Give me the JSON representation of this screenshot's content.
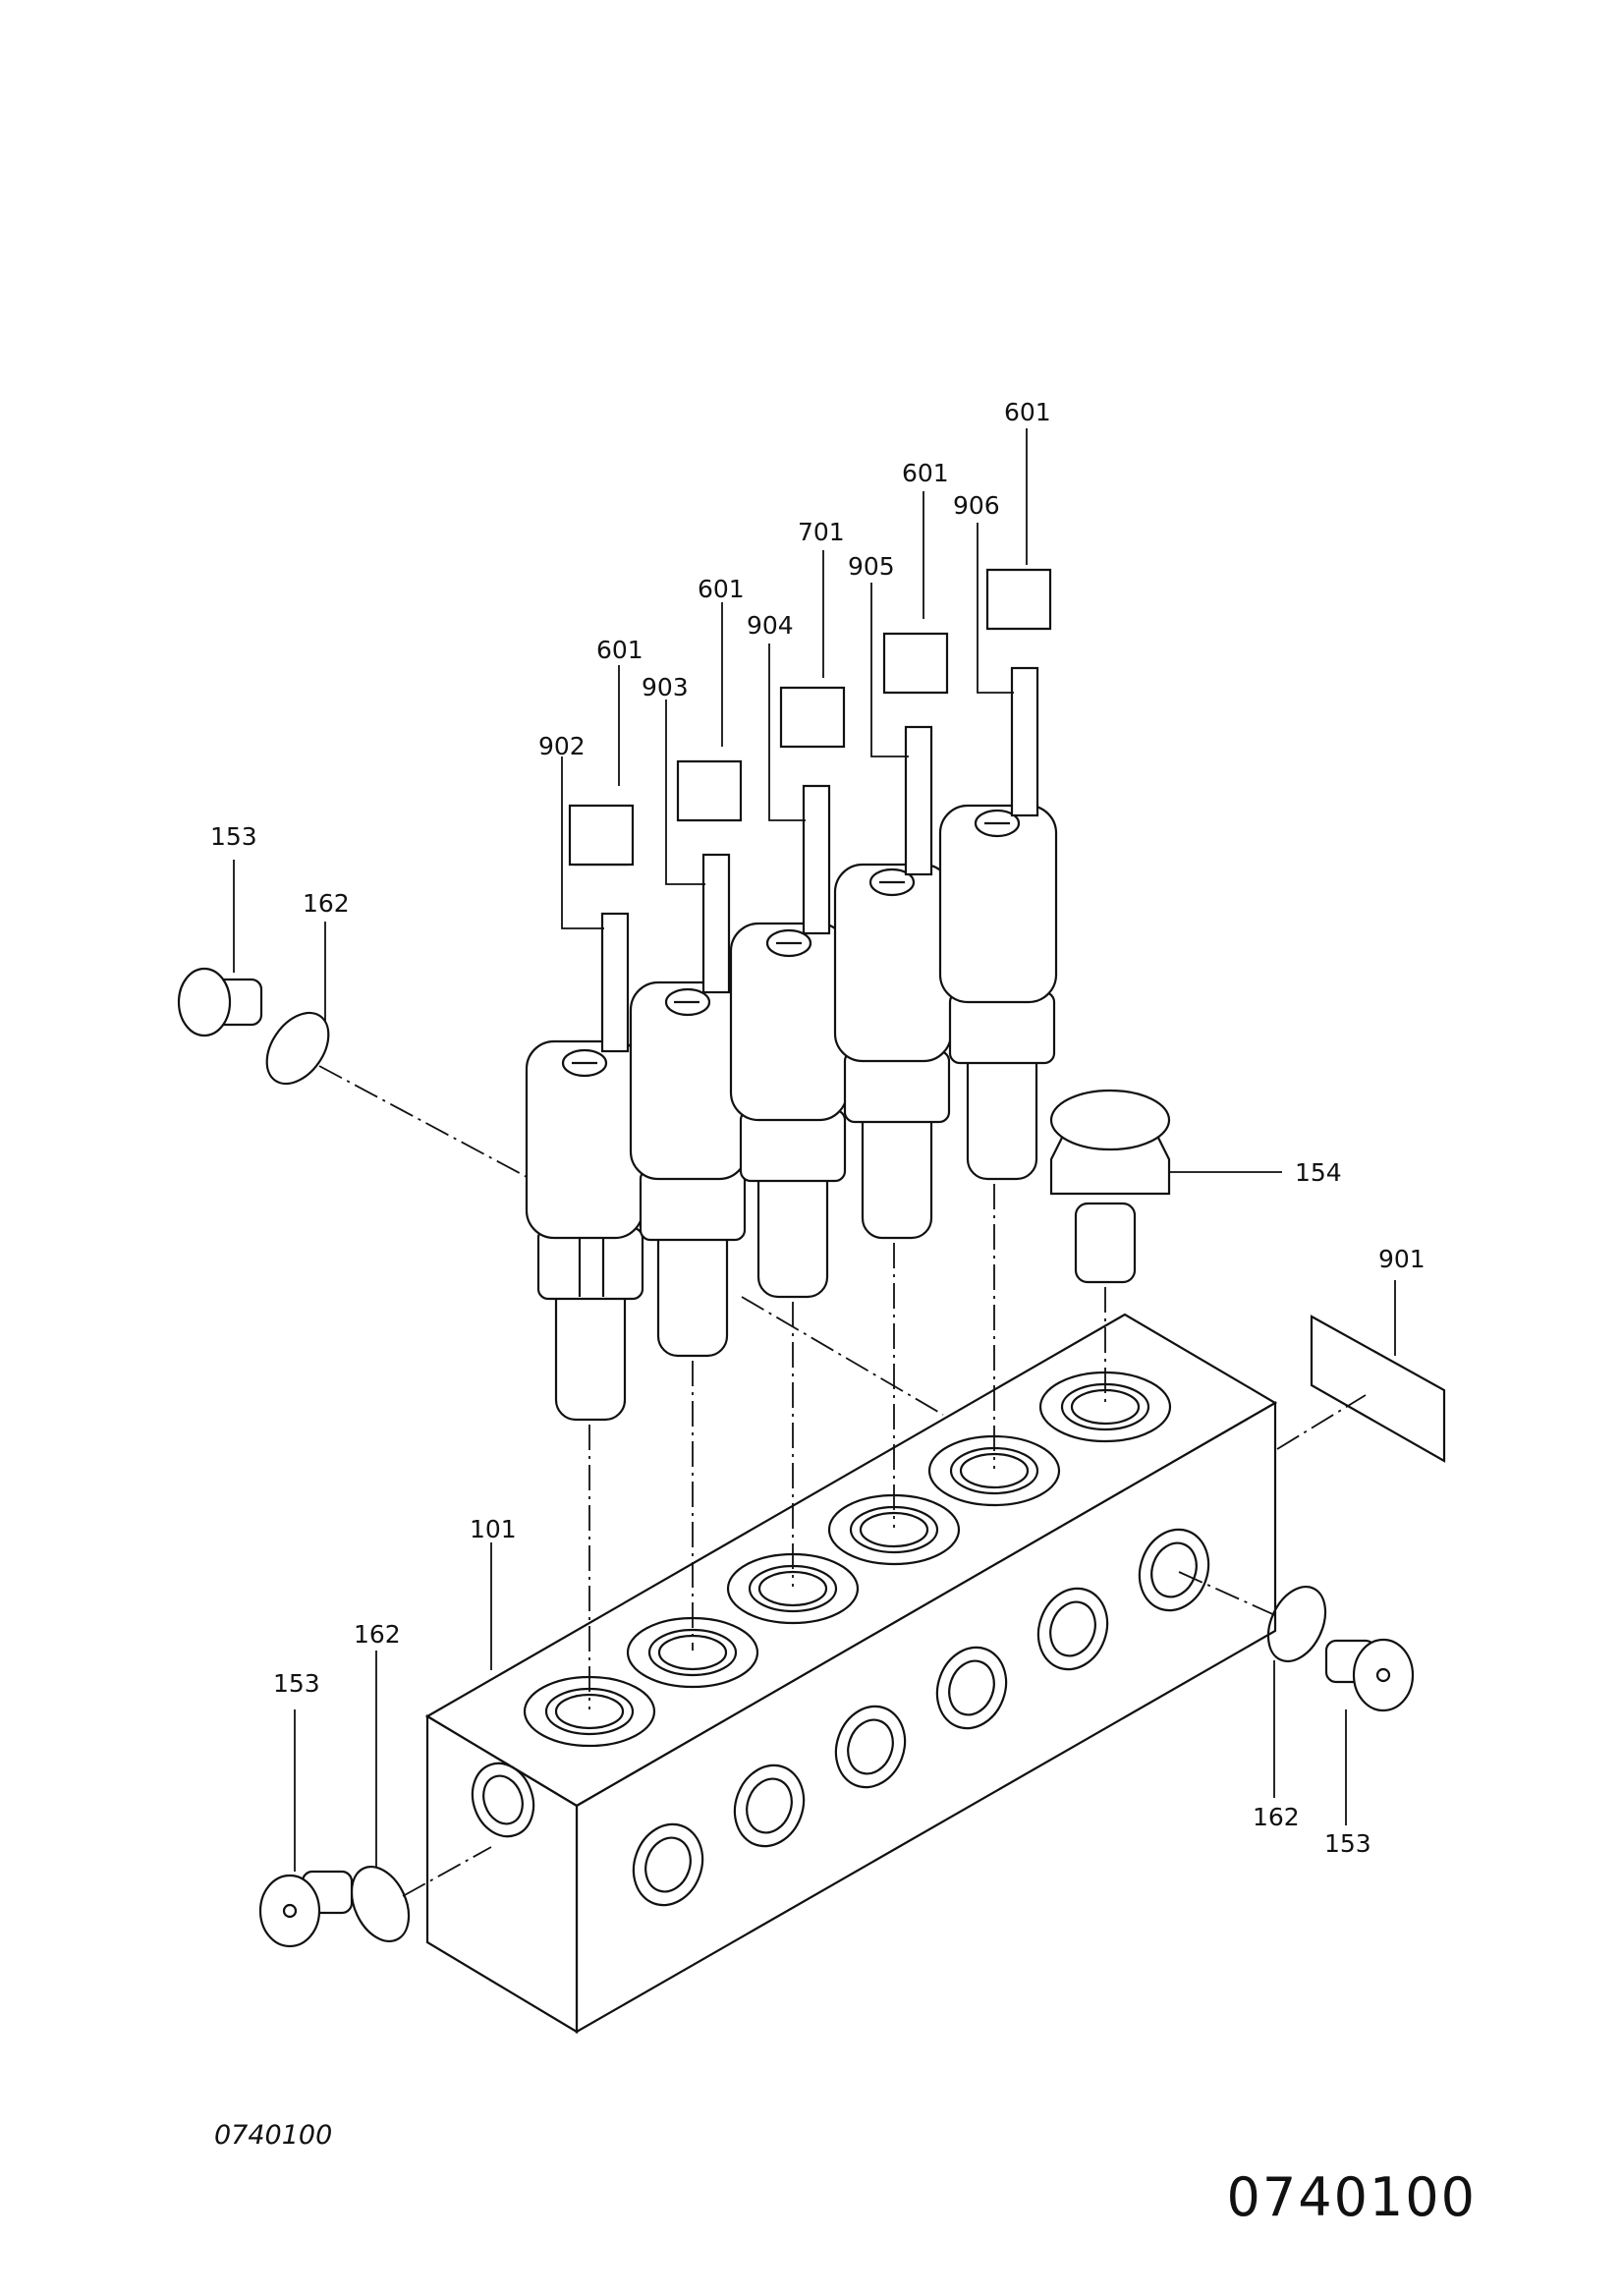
{
  "figure": {
    "drawing_code": "0740100",
    "page_code": "0740100",
    "line_color": "#111111",
    "background": "#ffffff"
  },
  "callouts": {
    "c601a": "601",
    "c601b": "601",
    "c601c": "601",
    "c601d": "601",
    "c701": "701",
    "c902": "902",
    "c903": "903",
    "c904": "904",
    "c905": "905",
    "c906": "906",
    "c153a": "153",
    "c162a": "162",
    "c154": "154",
    "c901": "901",
    "c101": "101",
    "c162b": "162",
    "c153b": "153",
    "c162c": "162",
    "c153c": "153"
  }
}
